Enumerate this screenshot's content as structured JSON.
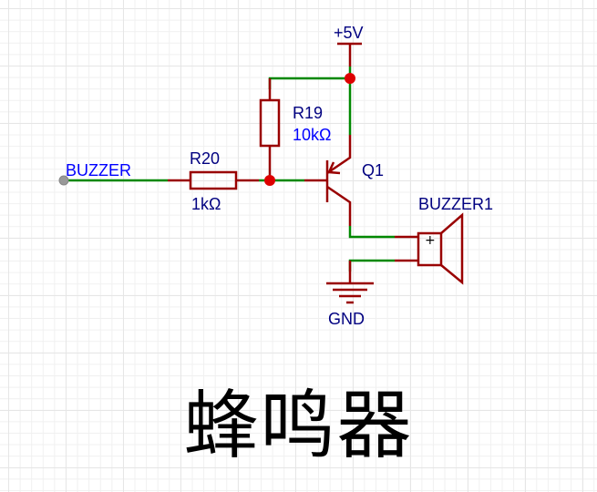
{
  "diagram": {
    "type": "circuit-schematic",
    "title": "蜂鸣器",
    "colors": {
      "wire": "#008800",
      "component": "#990000",
      "junction": "#dd0000",
      "label": "#000080",
      "value_highlight": "#0000ff",
      "net_port": "#999999"
    },
    "nets": {
      "input": "BUZZER",
      "power": "+5V",
      "ground": "GND"
    },
    "components": {
      "r20": {
        "designator": "R20",
        "value": "1kΩ",
        "type": "resistor"
      },
      "r19": {
        "designator": "R19",
        "value": "10kΩ",
        "type": "resistor"
      },
      "q1": {
        "designator": "Q1",
        "type": "PNP transistor"
      },
      "buzzer1": {
        "designator": "BUZZER1",
        "type": "buzzer",
        "pin_mark": "+"
      }
    },
    "connections": [
      "BUZZER -> R20",
      "R20 -> Q1 base",
      "R19 between Q1 base and +5V",
      "+5V -> Q1 emitter",
      "Q1 collector -> BUZZER1 +",
      "BUZZER1 - -> GND"
    ]
  }
}
